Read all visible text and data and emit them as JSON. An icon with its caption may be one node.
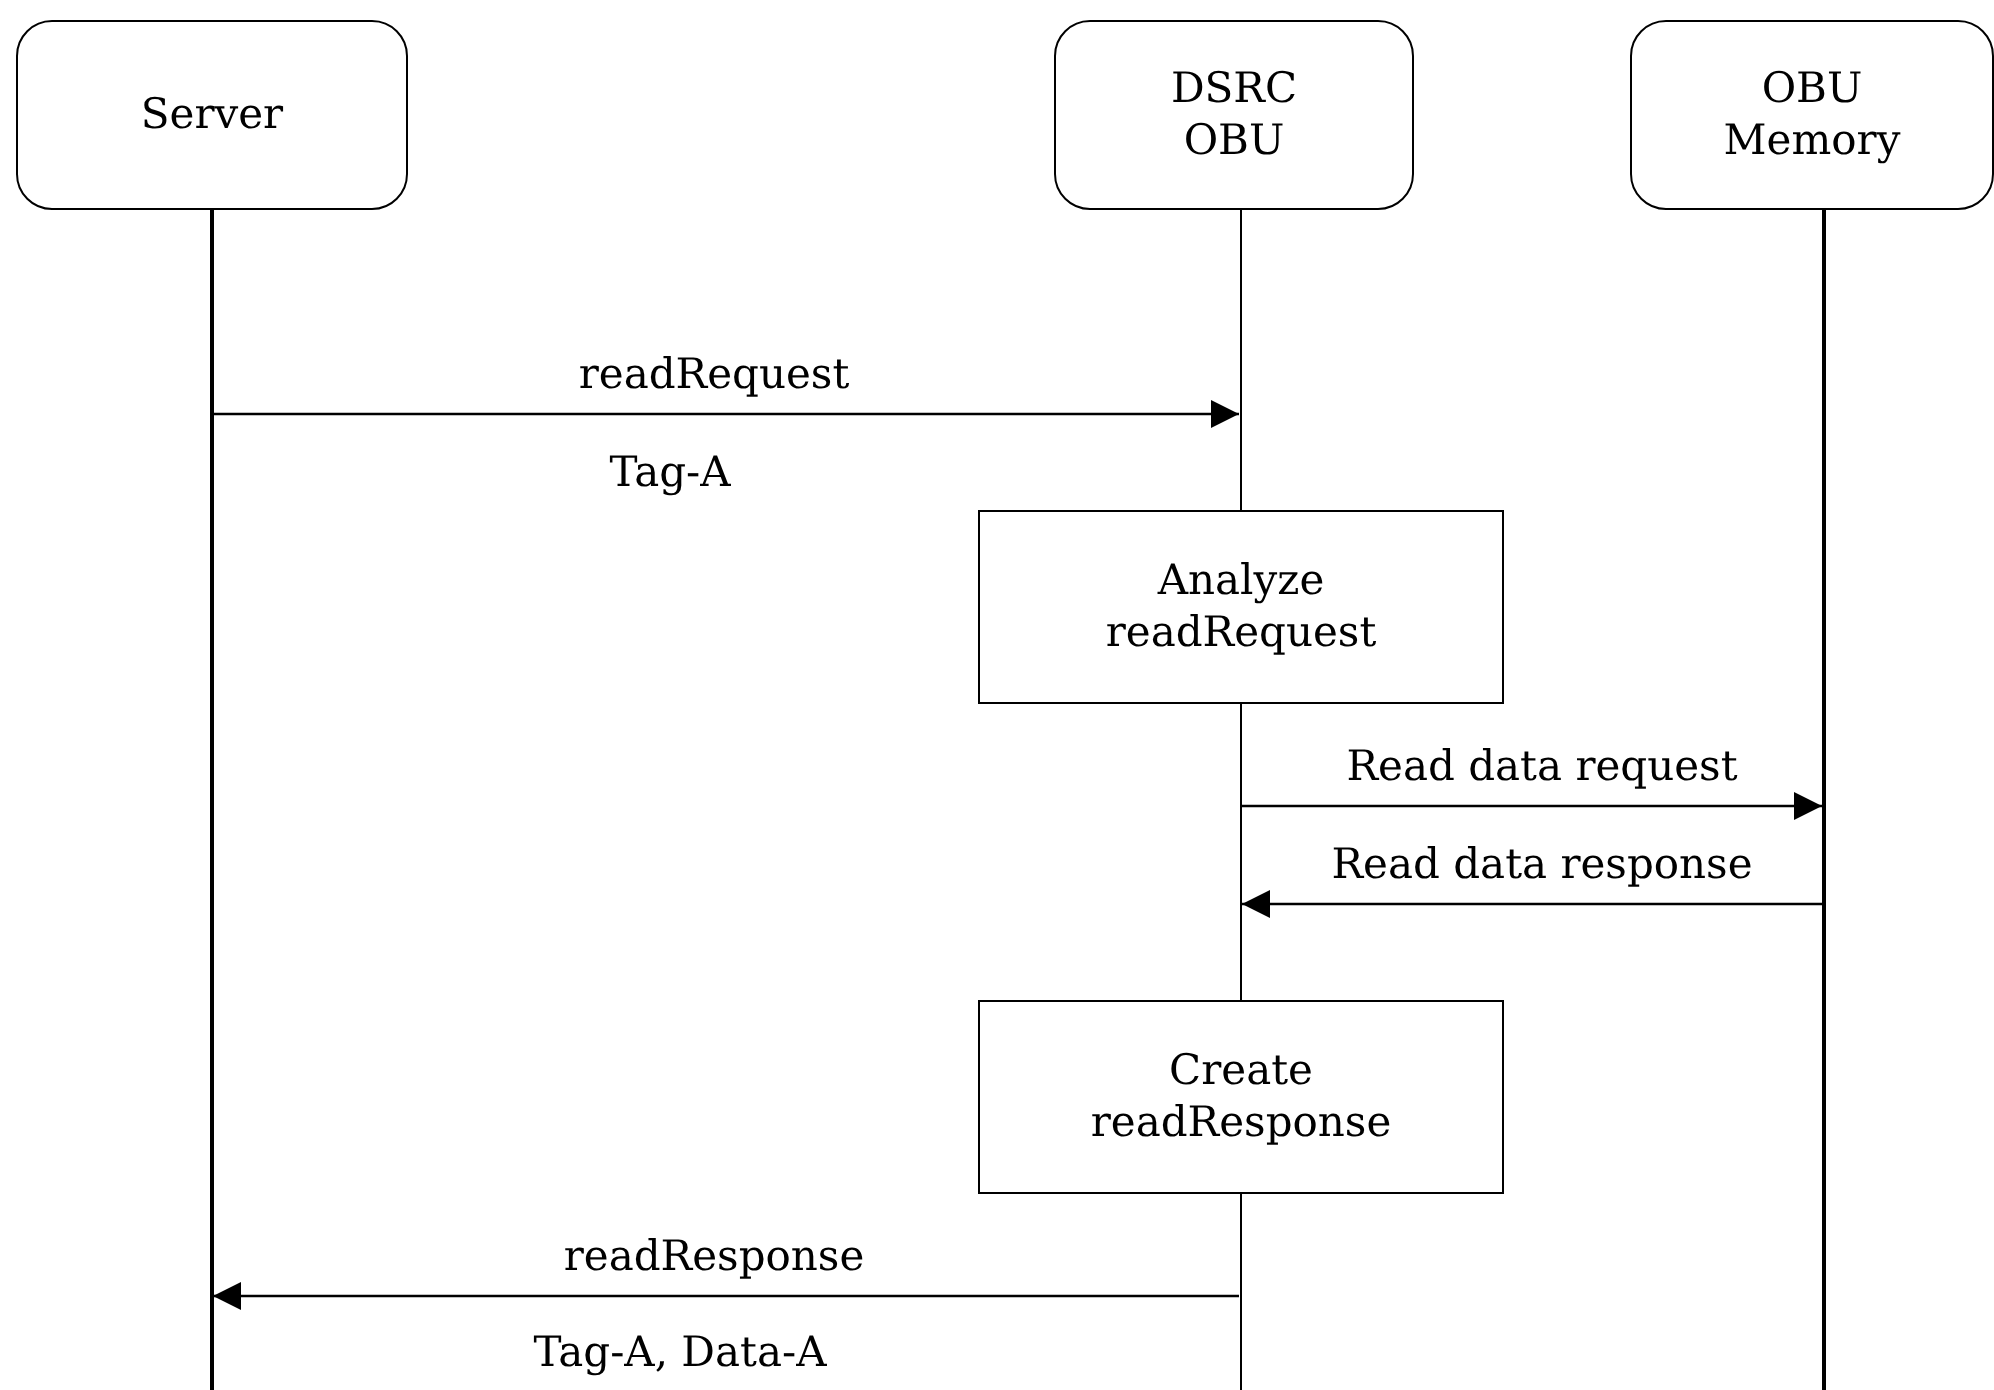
{
  "diagram": {
    "nodes": [
      {
        "text": [
          "Server"
        ]
      },
      {
        "text": [
          "DSRC OBU"
        ]
      },
      {
        "text": [
          "OBU Memory"
        ]
      },
      {
        "text": [
          "Analyze readRequest"
        ]
      },
      {
        "text": [
          "Create readResponse"
        ]
      },
      {
        "text": [],
        "shape": "line"
      },
      {
        "text": [],
        "shape": "line"
      },
      {
        "text": [],
        "shape": "line"
      },
      {
        "text": [],
        "shape": "line"
      },
      {
        "text": [],
        "shape": "line"
      }
    ],
    "edges": [
      {
        "from": 5,
        "to": 6,
        "arrow": "to",
        "label": "readRequest"
      },
      {
        "from": 7,
        "to": 9,
        "arrow": "to",
        "label": "Read data request"
      },
      {
        "from": 9,
        "to": 7,
        "arrow": "to",
        "label": "Read data response"
      },
      {
        "from": 8,
        "to": 5,
        "arrow": "to",
        "label": "readResponse"
      }
    ],
    "labels": [
      "Tag-A",
      "Tag-A, Data-A"
    ]
  }
}
